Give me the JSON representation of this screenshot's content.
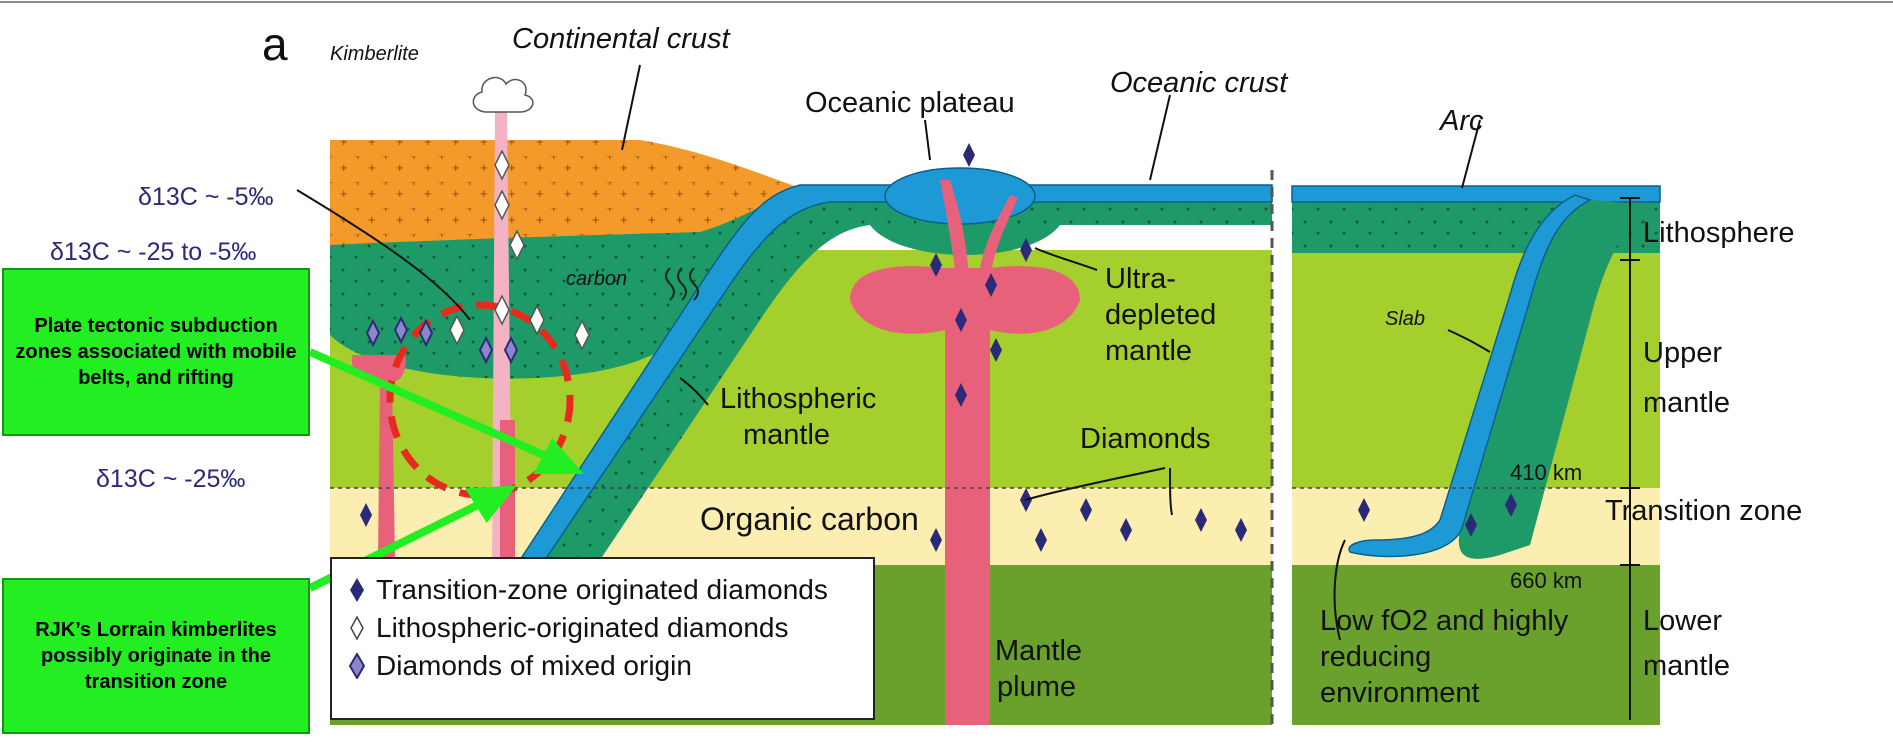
{
  "figure": {
    "panel_letter": "a",
    "labels": {
      "kimberlite": "Kimberlite",
      "continental_crust": "Continental crust",
      "oceanic_plateau": "Oceanic plateau",
      "oceanic_crust": "Oceanic crust",
      "arc": "Arc",
      "carbon": "carbon",
      "ultra_depleted": [
        "Ultra-",
        "depleted",
        "mantle"
      ],
      "lithospheric_mantle": [
        "Lithospheric",
        "mantle"
      ],
      "diamonds": "Diamonds",
      "organic_carbon": "Organic carbon",
      "slab": "Slab",
      "mantle_plume": [
        "Mantle",
        "plume"
      ],
      "low_fo2": [
        "Low fO2 and highly",
        "reducing",
        "environment"
      ],
      "depth_410": "410 km",
      "depth_660": "660 km"
    },
    "layers": [
      "Lithosphere",
      [
        "Upper",
        "mantle"
      ],
      "Transition zone",
      [
        "Lower",
        "mantle"
      ]
    ],
    "isotopes": [
      "δ13C ~ -5‰",
      "δ13C ~ -25 to -5‰",
      "δ13C ~ -25‰"
    ],
    "legend": [
      {
        "symbol": "filled-diamond-icon",
        "text": "Transition-zone originated diamonds"
      },
      {
        "symbol": "open-diamond-icon",
        "text": "Lithospheric-originated diamonds"
      },
      {
        "symbol": "mixed-diamond-icon",
        "text": "Diamonds of mixed origin"
      }
    ]
  },
  "callouts": {
    "subduction": "Plate tectonic subduction zones associated with mobile belts, and rifting",
    "lorrain": "RJK’s Lorrain kimberlites possibly originate in the transition zone"
  },
  "colors": {
    "continental_crust": "#f39a2b",
    "oceanic": "#1d9ad6",
    "lithosphere_green": "#1e9a68",
    "upper_mantle": "#a5cf2c",
    "transition_zone": "#fbeeb0",
    "lower_mantle": "#6aa02c",
    "plume": "#e8617a",
    "callout": "#22ee22",
    "dashed_circle": "#e62a1e",
    "diamond": "#2b2a78"
  }
}
